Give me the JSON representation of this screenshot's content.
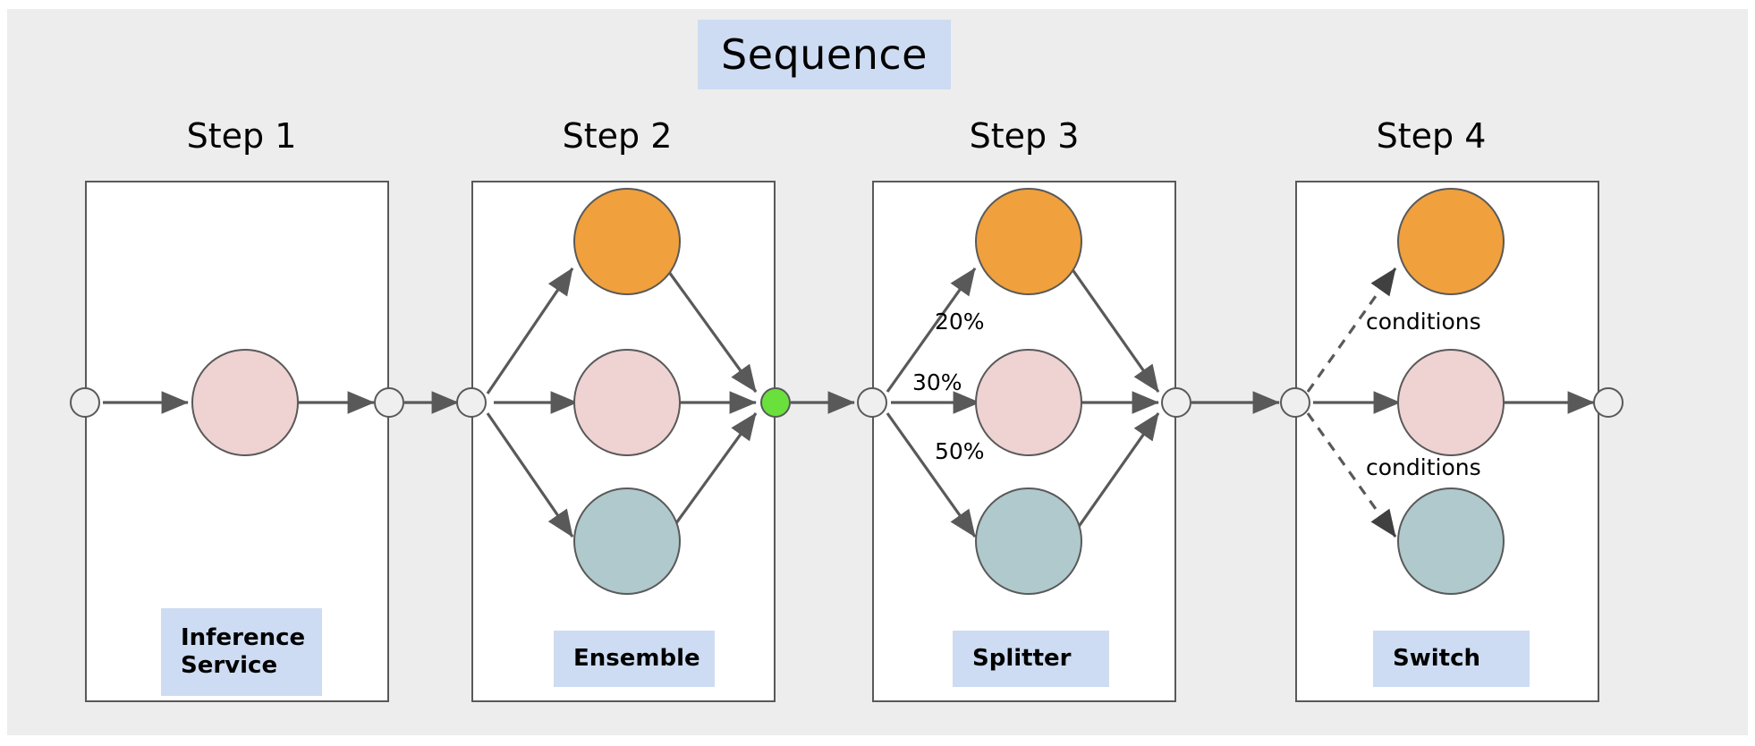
{
  "diagram": {
    "title": "Sequence",
    "background_color": "#ededed",
    "panel_background": "#ffffff",
    "chip_color": "#cddcf2",
    "stroke_color": "#595959",
    "node_colors": {
      "orange": "#f0a03c",
      "pink": "#efd2d2",
      "teal": "#afc9cd",
      "green": "#69e03c",
      "neutral": "#efefef"
    }
  },
  "steps": [
    {
      "heading": "Step 1",
      "type_label": "Inference Service",
      "type_label_lines": [
        "Inference",
        "Service"
      ],
      "nodes": [
        {
          "color": "pink",
          "role": "model"
        }
      ],
      "edge_labels": [],
      "edge_style": "solid"
    },
    {
      "heading": "Step 2",
      "type_label": "Ensemble",
      "type_label_lines": [
        "Ensemble"
      ],
      "nodes": [
        {
          "color": "orange",
          "role": "model"
        },
        {
          "color": "pink",
          "role": "model"
        },
        {
          "color": "teal",
          "role": "model"
        }
      ],
      "edge_labels": [],
      "edge_style": "solid",
      "join_node": "green"
    },
    {
      "heading": "Step 3",
      "type_label": "Splitter",
      "type_label_lines": [
        "Splitter"
      ],
      "nodes": [
        {
          "color": "orange",
          "role": "model",
          "weight": "20%"
        },
        {
          "color": "pink",
          "role": "model",
          "weight": "30%"
        },
        {
          "color": "teal",
          "role": "model",
          "weight": "50%"
        }
      ],
      "edge_labels": [
        "20%",
        "30%",
        "50%"
      ],
      "edge_style": "solid"
    },
    {
      "heading": "Step 4",
      "type_label": "Switch",
      "type_label_lines": [
        "Switch"
      ],
      "nodes": [
        {
          "color": "orange",
          "role": "model",
          "condition": "conditions"
        },
        {
          "color": "pink",
          "role": "model",
          "condition": ""
        },
        {
          "color": "teal",
          "role": "model",
          "condition": "conditions"
        }
      ],
      "edge_labels": [
        "conditions",
        "conditions"
      ],
      "edge_style": "dashed"
    }
  ]
}
